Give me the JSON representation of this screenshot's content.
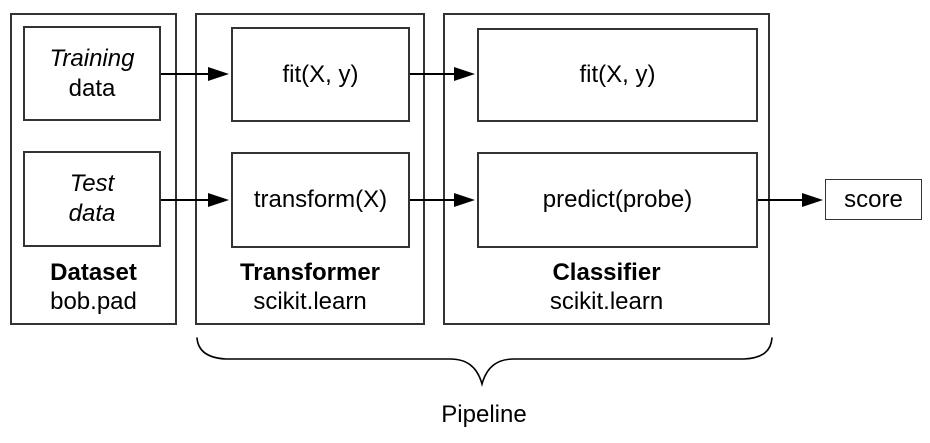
{
  "diagram": {
    "dataset": {
      "training_box": {
        "line1": "Training",
        "line2": "data"
      },
      "test_box": {
        "line1": "Test",
        "line2": "data"
      },
      "label": "Dataset",
      "sublabel": "bob.pad"
    },
    "transformer": {
      "fit_box": "fit(X, y)",
      "transform_box": "transform(X)",
      "label": "Transformer",
      "sublabel": "scikit.learn"
    },
    "classifier": {
      "fit_box": "fit(X, y)",
      "predict_box": "predict(probe)",
      "label": "Classifier",
      "sublabel": "scikit.learn"
    },
    "score_box": "score",
    "pipeline_label": "Pipeline",
    "colors": {
      "background": "#ffffff",
      "box_border": "#333333",
      "arrow": "#000000",
      "text": "#000000"
    }
  }
}
